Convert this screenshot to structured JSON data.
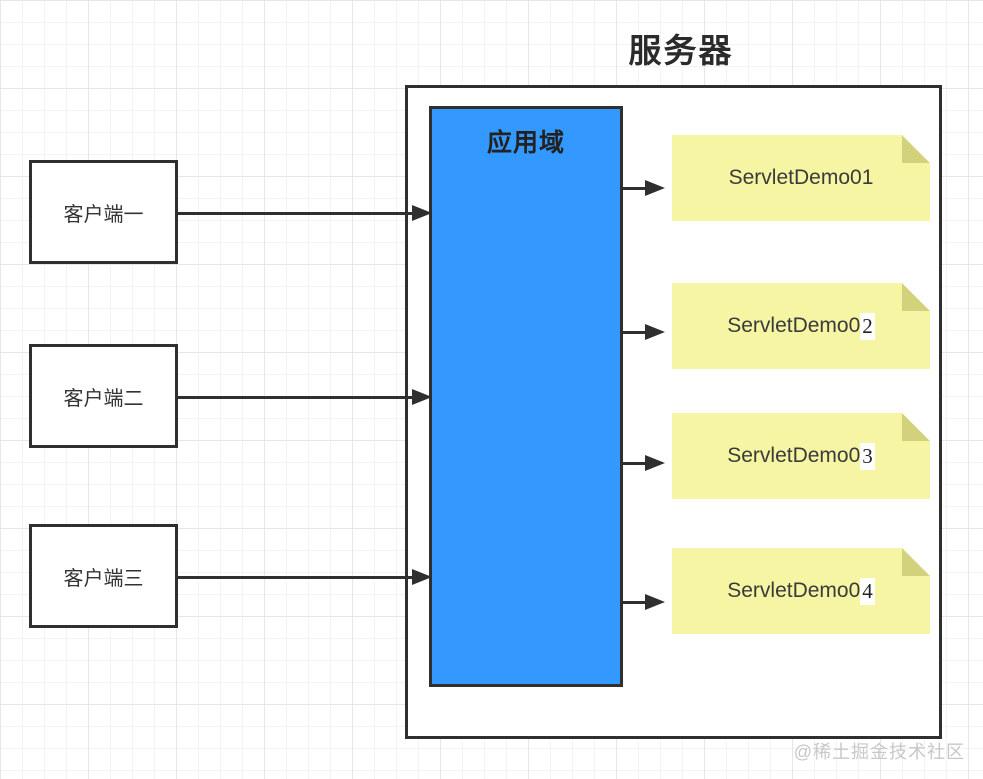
{
  "title": "服务器",
  "server": {
    "app_domain_label": "应用域"
  },
  "clients": [
    {
      "label": "客户端一"
    },
    {
      "label": "客户端二"
    },
    {
      "label": "客户端三"
    }
  ],
  "servlets": [
    {
      "label": "ServletDemo01",
      "base": "ServletDemo0",
      "digit": "1",
      "digit_highlighted": "false"
    },
    {
      "label": "ServletDemo02",
      "base": "ServletDemo0",
      "digit": "2",
      "digit_highlighted": "true"
    },
    {
      "label": "ServletDemo03",
      "base": "ServletDemo0",
      "digit": "3",
      "digit_highlighted": "true"
    },
    {
      "label": "ServletDemo04",
      "base": "ServletDemo0",
      "digit": "4",
      "digit_highlighted": "true"
    }
  ],
  "watermark": "@稀土掘金技术社区",
  "colors": {
    "app_domain_fill": "#3399ff",
    "note_fill": "#f5f5a3",
    "note_fold": "#d2d27c",
    "stroke": "#2f2f2f",
    "watermark": "#c8c8c8"
  }
}
